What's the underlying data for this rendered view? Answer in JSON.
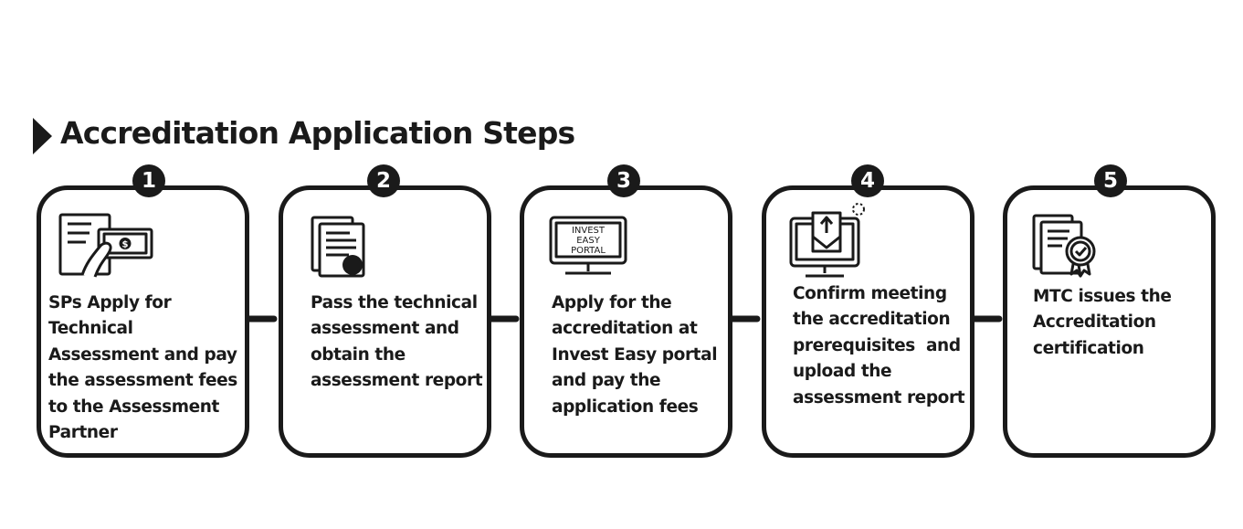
{
  "title": "Accreditation Application Steps",
  "steps": [
    {
      "number": "1",
      "text": "SPs Apply for\nTechnical\nAssessment and pay\nthe assessment fees\nto the Assessment\nPartner"
    },
    {
      "number": "2",
      "text": "Pass the technical\nassessment and\nobtain the\nassessment report"
    },
    {
      "number": "3",
      "text": "Apply for the\naccreditation at\nInvest Easy portal\nand pay the\napplication fees",
      "icon_text": [
        "INVEST",
        "EASY",
        "PORTAL"
      ]
    },
    {
      "number": "4",
      "text": "Confirm meeting\nthe accreditation\nprerequisites  and\nupload the\nassessment report"
    },
    {
      "number": "5",
      "text": "MTC issues the\nAccreditation\ncertification"
    }
  ],
  "icons": [
    "document-payment-icon",
    "document-stamp-icon",
    "monitor-portal-icon",
    "upload-monitor-icon",
    "certificate-badge-icon"
  ],
  "colors": {
    "ink": "#1a1a1a",
    "background": "#ffffff"
  }
}
